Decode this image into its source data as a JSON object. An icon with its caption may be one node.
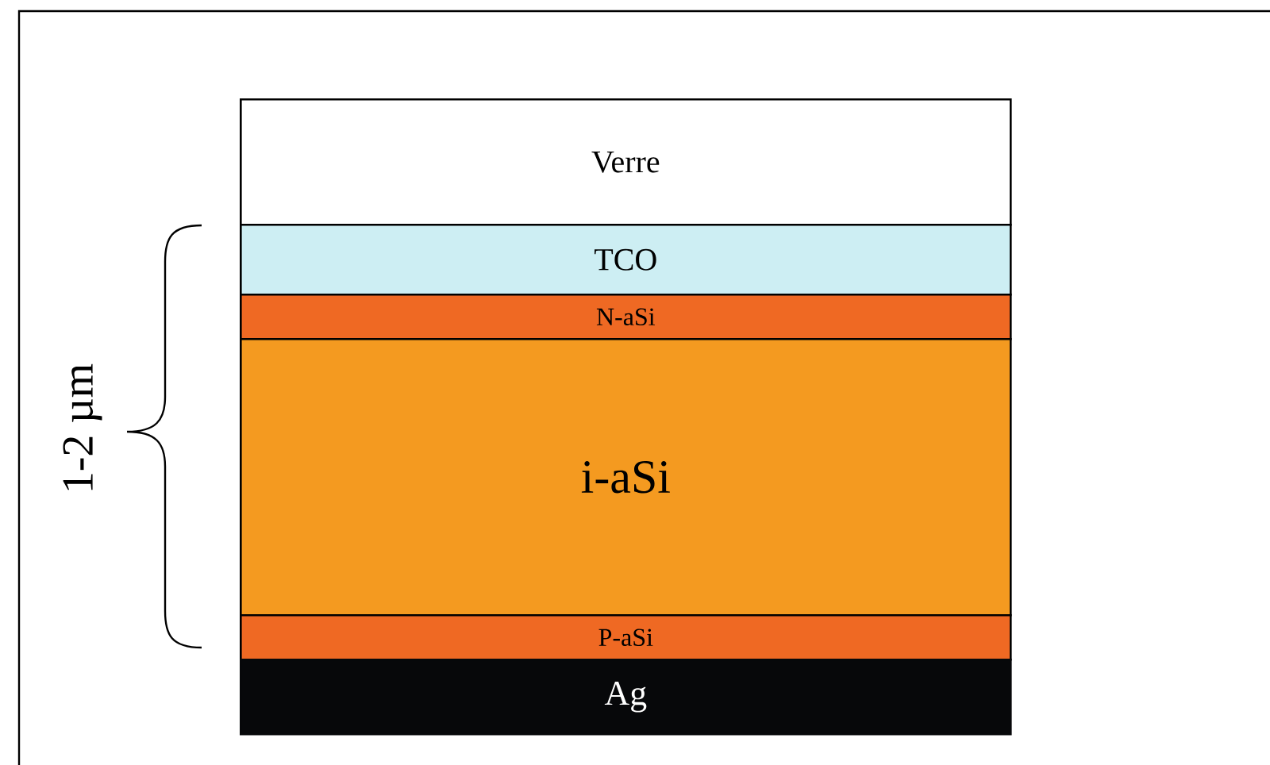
{
  "diagram": {
    "nodes": [
      {
        "text": [
          "Verre"
        ]
      },
      {
        "text": [
          "TCO"
        ]
      },
      {
        "text": [
          "N-aSi"
        ]
      },
      {
        "text": [
          "i-aSi"
        ]
      },
      {
        "text": [
          "P-aSi"
        ]
      },
      {
        "text": [
          "Ag"
        ]
      }
    ],
    "labels": [
      "1-2 µm"
    ]
  }
}
